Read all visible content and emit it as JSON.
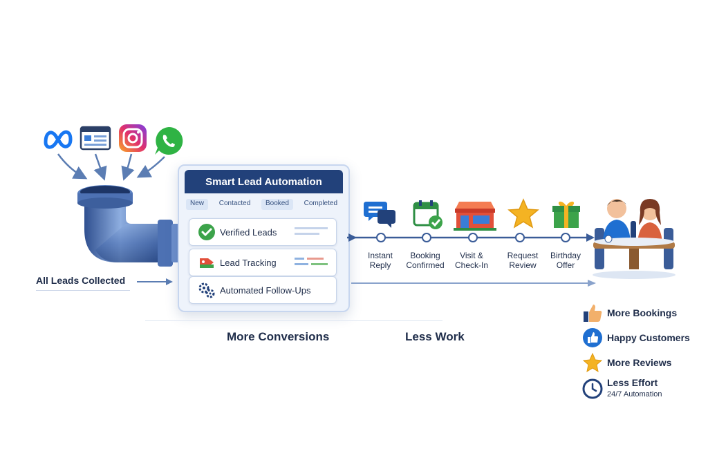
{
  "sources": [
    {
      "icon": "meta-logo-icon"
    },
    {
      "icon": "web-form-icon"
    },
    {
      "icon": "instagram-icon"
    },
    {
      "icon": "whatsapp-icon"
    }
  ],
  "collected_label": "All Leads Collected",
  "card": {
    "title": "Smart Lead Automation",
    "tabs": [
      "New",
      "Contacted",
      "Booked",
      "Completed"
    ],
    "rows": [
      {
        "label": "Verified Leads",
        "icon": "green-check-icon"
      },
      {
        "label": "Lead Tracking",
        "icon": "tag-icon"
      },
      {
        "label": "Automated Follow-Ups",
        "icon": "gears-icon"
      }
    ]
  },
  "steps": [
    {
      "line1": "Instant",
      "line2": "Reply",
      "icon": "chat-bubbles-icon"
    },
    {
      "line1": "Booking",
      "line2": "Confirmed",
      "icon": "calendar-check-icon"
    },
    {
      "line1": "Visit &",
      "line2": "Check-In",
      "icon": "storefront-icon"
    },
    {
      "line1": "Request",
      "line2": "Review",
      "icon": "star-icon"
    },
    {
      "line1": "Birthday",
      "line2": "Offer",
      "icon": "gift-icon"
    }
  ],
  "bottom_labels": {
    "left": "More Conversions",
    "right": "Less Work"
  },
  "benefits": [
    {
      "label": "More Bookings",
      "icon": "thumbs-up-icon"
    },
    {
      "label": "Happy Customers",
      "icon": "like-badge-icon"
    },
    {
      "label": "More Reviews",
      "icon": "star-icon"
    },
    {
      "label": "Less Effort",
      "sub": "24/7 Automation",
      "icon": "clock-icon"
    }
  ],
  "colors": {
    "navy": "#22417a",
    "accent_blue": "#3a5c98",
    "green": "#3ca34a",
    "gold": "#f4b323"
  }
}
